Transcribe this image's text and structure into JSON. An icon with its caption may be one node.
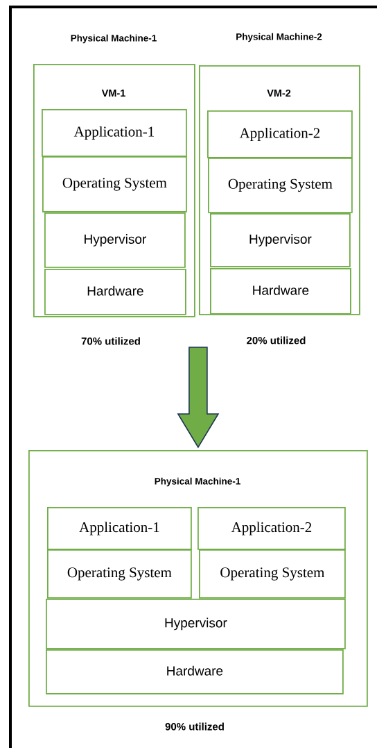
{
  "diagram": {
    "nodes": [
      {
        "text": [
          "Physical Machine-1",
          "VM-1"
        ],
        "beside": [
          "70% utilized"
        ]
      },
      {
        "text": [
          "Application-1"
        ],
        "in": 0
      },
      {
        "text": [
          "Operating System"
        ],
        "in": 0
      },
      {
        "text": [
          "Hypervisor"
        ],
        "in": 0
      },
      {
        "text": [
          "Hardware"
        ],
        "in": 0
      },
      {
        "text": [
          "Physical Machine-2",
          "VM-2"
        ],
        "beside": [
          "20% utilized"
        ]
      },
      {
        "text": [
          "Application-2"
        ],
        "in": 5
      },
      {
        "text": [
          "Operating System"
        ],
        "in": 5
      },
      {
        "text": [
          "Hypervisor"
        ],
        "in": 5
      },
      {
        "text": [
          "Hardware"
        ],
        "in": 5
      },
      {
        "text": [
          "Physical Machine-1"
        ],
        "beside": [
          "90% utilized"
        ]
      },
      {
        "text": [
          "Application-1"
        ],
        "in": 10
      },
      {
        "text": [
          "Application-2"
        ],
        "in": 10
      },
      {
        "text": [
          "Operating System"
        ],
        "in": 10
      },
      {
        "text": [
          "Operating System"
        ],
        "in": 10
      },
      {
        "text": [
          "Hypervisor"
        ],
        "in": 10
      },
      {
        "text": [
          "Hardware"
        ],
        "in": 10
      }
    ],
    "edges": [
      {
        "from": null,
        "to": 10,
        "arrow": "to"
      }
    ]
  }
}
